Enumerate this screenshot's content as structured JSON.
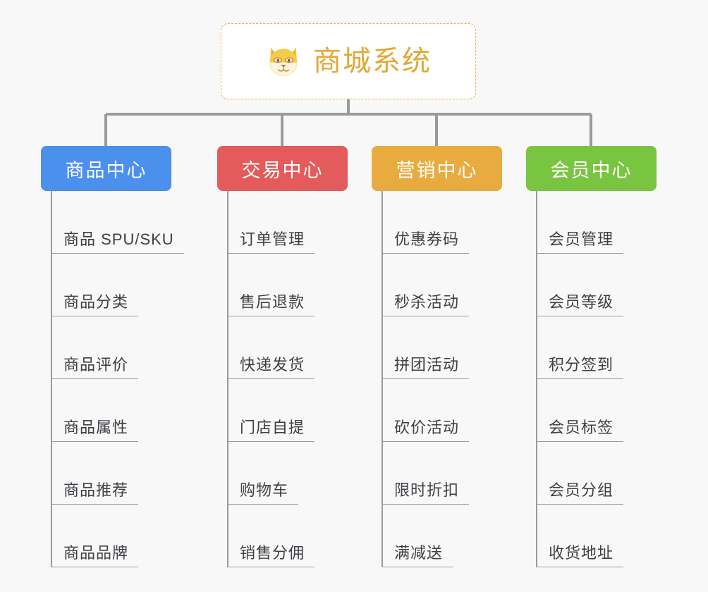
{
  "diagram": {
    "type": "org-chart",
    "background_color": "#f8f8f8",
    "root": {
      "title": "商城系统",
      "icon": "shiba-inu-face-emoji",
      "title_color": "#e0a935",
      "border_color": "#e8b04b",
      "border_style": "dashed",
      "background_color": "#ffffff"
    },
    "connector_color": "#9a9a9a",
    "columns": [
      {
        "header": "商品中心",
        "color": "#4a90ec",
        "items": [
          "商品 SPU/SKU",
          "商品分类",
          "商品评价",
          "商品属性",
          "商品推荐",
          "商品品牌"
        ]
      },
      {
        "header": "交易中心",
        "color": "#e35b5b",
        "items": [
          "订单管理",
          "售后退款",
          "快递发货",
          "门店自提",
          "购物车",
          "销售分佣"
        ]
      },
      {
        "header": "营销中心",
        "color": "#e8ab3f",
        "items": [
          "优惠券码",
          "秒杀活动",
          "拼团活动",
          "砍价活动",
          "限时折扣",
          "满减送"
        ]
      },
      {
        "header": "会员中心",
        "color": "#79c440",
        "items": [
          "会员管理",
          "会员等级",
          "积分签到",
          "会员标签",
          "会员分组",
          "收货地址"
        ]
      }
    ]
  }
}
